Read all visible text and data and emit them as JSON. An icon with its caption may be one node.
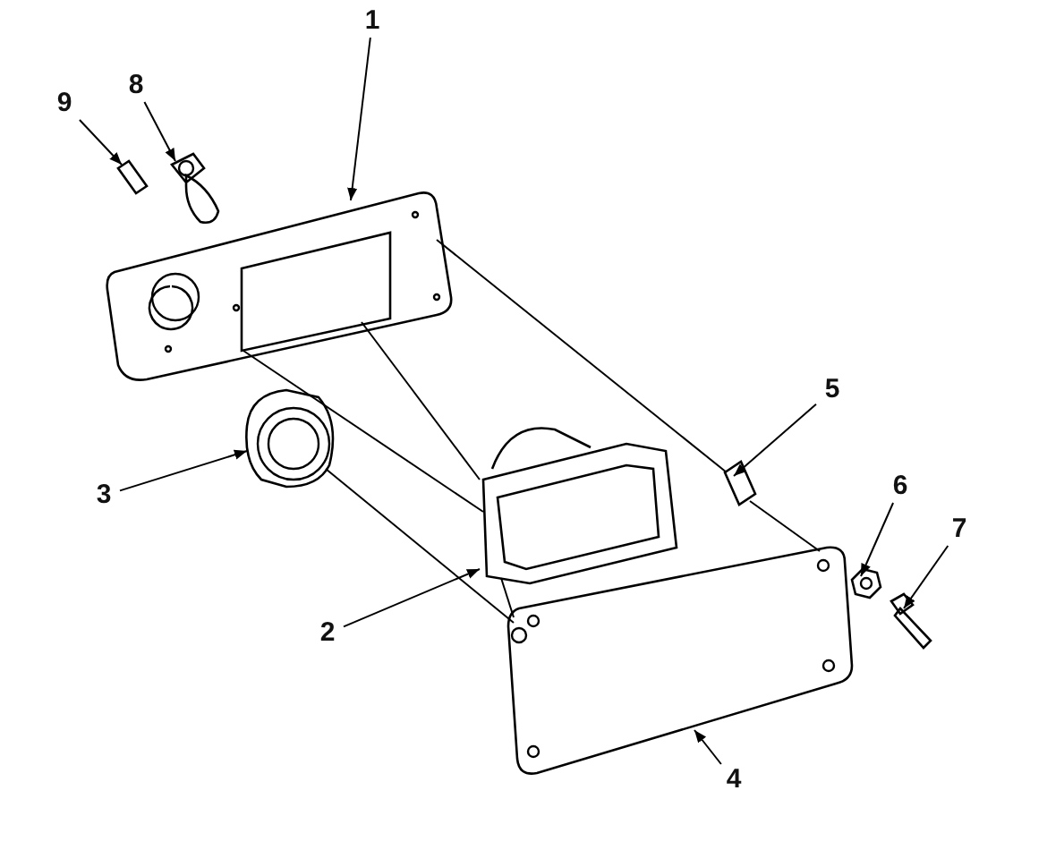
{
  "diagram": {
    "nodes": [
      {
        "text": [
          "1"
        ]
      },
      {
        "text": [
          "2"
        ]
      },
      {
        "text": [
          "3"
        ]
      },
      {
        "text": [
          "4"
        ]
      },
      {
        "text": [
          "5"
        ]
      },
      {
        "text": [
          "6"
        ]
      },
      {
        "text": [
          "7"
        ]
      },
      {
        "text": [
          "8"
        ]
      },
      {
        "text": [
          "9"
        ]
      },
      {
        "text": [],
        "shape": "picture"
      },
      {
        "text": [],
        "shape": "picture"
      },
      {
        "text": [],
        "shape": "picture"
      },
      {
        "text": [],
        "shape": "picture"
      },
      {
        "text": [],
        "shape": "picture"
      },
      {
        "text": [],
        "shape": "picture"
      },
      {
        "text": [],
        "shape": "picture"
      },
      {
        "text": [],
        "shape": "picture"
      },
      {
        "text": [],
        "shape": "picture"
      }
    ],
    "edges": [
      {
        "from": 0,
        "to": 9,
        "arrow": "to"
      },
      {
        "from": 1,
        "to": 10,
        "arrow": "to"
      },
      {
        "from": 2,
        "to": 11,
        "arrow": "to"
      },
      {
        "from": 3,
        "to": 12,
        "arrow": "to"
      },
      {
        "from": 4,
        "to": 13,
        "arrow": "to"
      },
      {
        "from": 5,
        "to": 14,
        "arrow": "to"
      },
      {
        "from": 6,
        "to": 15,
        "arrow": "to"
      },
      {
        "from": 7,
        "to": 16,
        "arrow": "to"
      },
      {
        "from": 8,
        "to": 17,
        "arrow": "to"
      },
      {
        "from": 9,
        "to": 13,
        "arrow": "none"
      },
      {
        "from": 13,
        "to": 12,
        "arrow": "none"
      },
      {
        "from": 9,
        "to": 10,
        "arrow": "none"
      },
      {
        "from": 9,
        "to": 10,
        "arrow": "none"
      },
      {
        "from": 10,
        "to": 12,
        "arrow": "none"
      },
      {
        "from": 11,
        "to": 12,
        "arrow": "none"
      }
    ]
  }
}
